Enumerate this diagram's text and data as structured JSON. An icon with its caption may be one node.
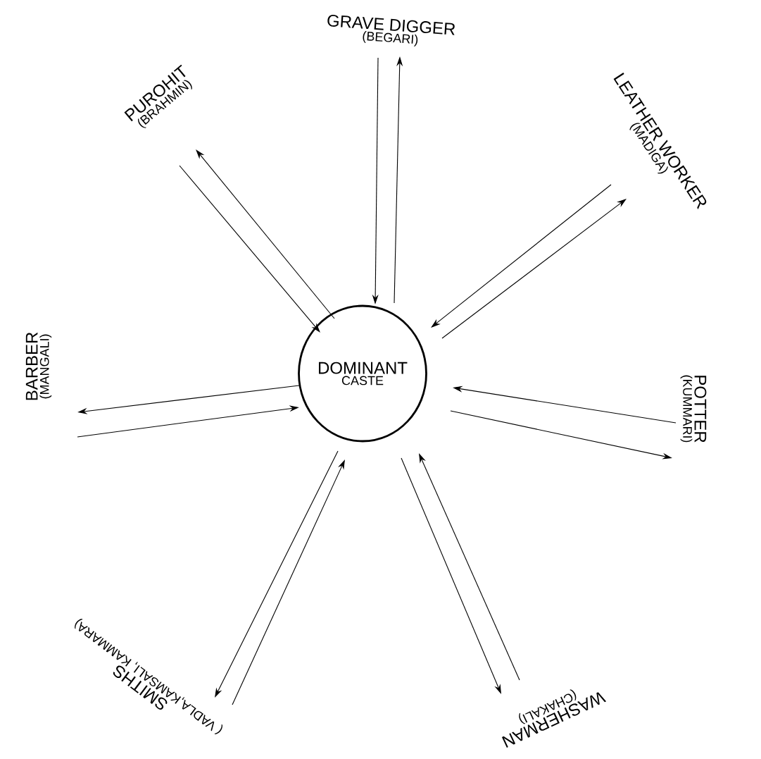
{
  "diagram": {
    "nodes": [
      {
        "text": [
          "DOMINANT",
          "CASTE"
        ]
      },
      {
        "text": [
          "GRAVE DIGGER",
          "(BEGARI)"
        ]
      },
      {
        "text": [
          "PUROHIT",
          "(BRAHMIN)"
        ]
      },
      {
        "text": [
          "LEATHER WORKER",
          "(MADIGA)"
        ]
      },
      {
        "text": [
          "BARBER",
          "(MANGALI)"
        ]
      },
      {
        "text": [
          "POTTER",
          "(KUMMARI)"
        ]
      },
      {
        "text": [
          "SMITHS",
          "( VADLA,KAMSALI, KAMMARA)"
        ]
      },
      {
        "text": [
          "WASHERMAN",
          "(CHAKALI)"
        ]
      }
    ],
    "edges": [
      {
        "from": 1,
        "to": 0,
        "arrow": "to"
      },
      {
        "from": 0,
        "to": 1,
        "arrow": "to"
      },
      {
        "from": 2,
        "to": 0,
        "arrow": "to"
      },
      {
        "from": 0,
        "to": 2,
        "arrow": "to"
      },
      {
        "from": 3,
        "to": 0,
        "arrow": "to"
      },
      {
        "from": 0,
        "to": 3,
        "arrow": "to"
      },
      {
        "from": 0,
        "to": 4,
        "arrow": "to"
      },
      {
        "from": 4,
        "to": 0,
        "arrow": "to"
      },
      {
        "from": 5,
        "to": 0,
        "arrow": "to"
      },
      {
        "from": 0,
        "to": 5,
        "arrow": "to"
      },
      {
        "from": 0,
        "to": 6,
        "arrow": "to"
      },
      {
        "from": 6,
        "to": 0,
        "arrow": "to"
      },
      {
        "from": 0,
        "to": 7,
        "arrow": "to"
      },
      {
        "from": 7,
        "to": 0,
        "arrow": "to"
      }
    ]
  }
}
